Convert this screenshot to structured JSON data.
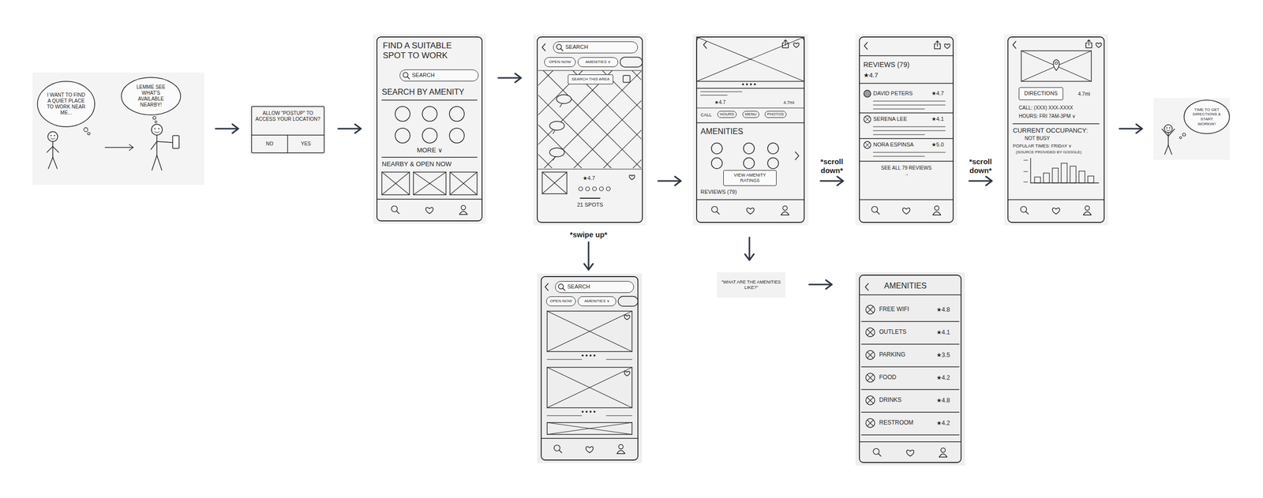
{
  "diagram": {
    "nodes": [
      {
        "text": [
          "I WANT TO FIND A QUIET PLACE TO WORK NEAR ME...",
          "LEMME SEE WHAT'S AVAILABLE NEARBY!"
        ]
      },
      {
        "text": [
          "ALLOW \"POSTUP\" TO ACCESS YOUR LOCATION?"
        ]
      },
      {
        "text": [
          "NO"
        ],
        "in": 1
      },
      {
        "text": [
          "YES"
        ],
        "in": 1
      },
      {
        "text": [
          "FIND A SUITABLE SPOT TO WORK",
          "SEARCH BY AMENITY",
          "MORE ∨",
          "NEARBY & OPEN NOW"
        ]
      },
      {
        "text": [
          "SEARCH"
        ],
        "in": 4
      },
      {
        "text": [
          "★4.7",
          "21 SPOTS"
        ]
      },
      {
        "text": [
          "SEARCH"
        ],
        "in": 6
      },
      {
        "text": [
          "OPEN NOW"
        ],
        "in": 6
      },
      {
        "text": [
          "AMENITIES ∨"
        ],
        "in": 6
      },
      {
        "text": [
          "SEARCH THIS AREA"
        ],
        "in": 6
      },
      {
        "text": []
      },
      {
        "text": [
          "SEARCH"
        ],
        "in": 11
      },
      {
        "text": [
          "OPEN NOW"
        ],
        "in": 11
      },
      {
        "text": [
          "AMENITIES ∨"
        ],
        "in": 11
      },
      {
        "text": [
          "★4.7",
          "4.7mi",
          "CALL",
          "HOURS",
          "MENU",
          "PHOTOS",
          "AMENITIES",
          "REVIEWS (79)"
        ]
      },
      {
        "text": [
          "VIEW AMENITY RATINGS"
        ],
        "in": 15
      },
      {
        "text": [
          "REVIEWS (79)",
          "★4.7",
          "DAVID PETERS",
          "★4.7",
          "SERENA LEE",
          "★4.1",
          "NORA ESPINSA",
          "★5.0",
          "SEE ALL 79 REVIEWS →"
        ]
      },
      {
        "text": [
          "4.7mi",
          "CALL: (XXX) XXX-XXXX",
          "HOURS: FRI 7AM-3PM ∨",
          "CURRENT OCCUPANCY:",
          "NOT BUSY",
          "POPULAR TIMES: FRIDAY ∨",
          "(SOURCE PROVIDED BY GOOGLE)"
        ]
      },
      {
        "text": [
          "DIRECTIONS"
        ],
        "in": 18
      },
      {
        "text": [
          "TIME TO GET DIRECTIONS & START WORKIN'!"
        ]
      },
      {
        "text": [
          "\"WHAT ARE THE AMENITIES LIKE?\""
        ]
      },
      {
        "text": [
          "AMENITIES",
          "FREE WIFI",
          "★4.8",
          "OUTLETS",
          "★4.1",
          "PARKING",
          "★3.5",
          "FOOD",
          "★4.2",
          "DRINKS",
          "★4.8",
          "RESTROOM",
          "★4.2"
        ]
      }
    ],
    "edges": [
      {
        "from": 0,
        "to": 1,
        "arrow": "to"
      },
      {
        "from": 1,
        "to": 4,
        "arrow": "to"
      },
      {
        "from": 4,
        "to": 6,
        "arrow": "to"
      },
      {
        "from": 6,
        "to": 11,
        "arrow": "to",
        "label": "*swipe up*"
      },
      {
        "from": 6,
        "to": 15,
        "arrow": "to"
      },
      {
        "from": 15,
        "to": 17,
        "arrow": "to",
        "label": "*scroll down*"
      },
      {
        "from": 17,
        "to": 18,
        "arrow": "to",
        "label": "*scroll down*"
      },
      {
        "from": 18,
        "to": 20,
        "arrow": "to"
      },
      {
        "from": 15,
        "to": 21,
        "arrow": "to"
      },
      {
        "from": 21,
        "to": 22,
        "arrow": "to"
      }
    ]
  }
}
